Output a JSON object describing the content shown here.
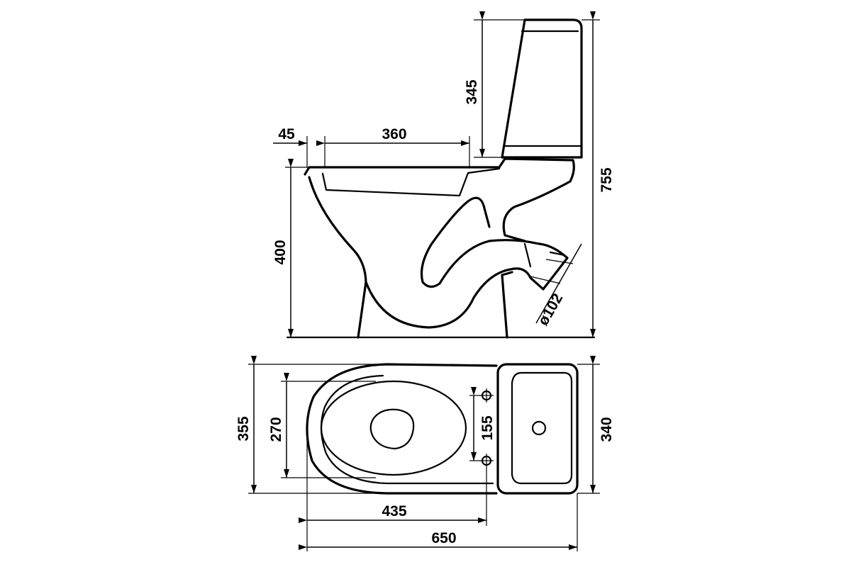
{
  "dimensions": {
    "side_view": {
      "tank_height": "345",
      "total_height": "755",
      "seat_offset": "45",
      "bowl_opening": "360",
      "bowl_height": "400",
      "outlet_diameter": "ø102"
    },
    "top_view": {
      "total_width": "355",
      "bowl_width": "270",
      "bolt_spacing": "155",
      "tank_width": "340",
      "bowl_length": "435",
      "total_length": "650"
    }
  }
}
